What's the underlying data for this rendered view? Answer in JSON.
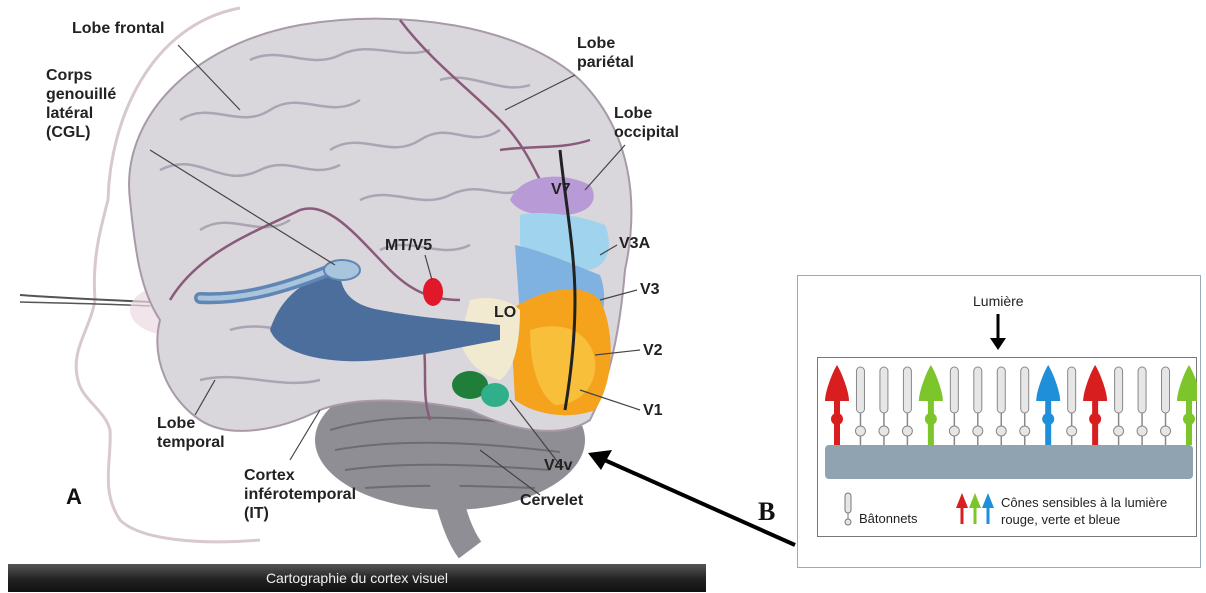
{
  "brain_panel": {
    "letter": "A",
    "labels": {
      "lobe_frontal": "Lobe frontal",
      "cgl": "Corps\ngenouillé\nlatéral\n(CGL)",
      "lobe_parietal": "Lobe\npariétal",
      "lobe_occipital": "Lobe\noccipital",
      "v7": "V7",
      "v3a": "V3A",
      "mt_v5": "MT/V5",
      "lo": "LO",
      "v3": "V3",
      "v2": "V2",
      "v1": "V1",
      "v4v": "V4v",
      "lobe_temporal": "Lobe\ntemporal",
      "cortex_it": "Cortex\ninférotemporal\n(IT)",
      "cervelet": "Cervelet"
    },
    "caption": "Cartographie du cortex visuel"
  },
  "retina_panel": {
    "letter": "B",
    "light_label": "Lumière",
    "legend_rods": "Bâtonnets",
    "legend_cones": "Cônes sensibles à la lumière\nrouge, verte et bleue",
    "photoreceptors": [
      "red",
      "rod",
      "rod",
      "rod",
      "green",
      "rod",
      "rod",
      "rod",
      "rod",
      "blue",
      "rod",
      "red",
      "rod",
      "rod",
      "rod",
      "green"
    ],
    "colors": {
      "red": "#d81e1e",
      "green": "#7cc52a",
      "blue": "#1e8fd8",
      "rod": "#e6e6e6",
      "base": "#8fa3b0"
    }
  }
}
